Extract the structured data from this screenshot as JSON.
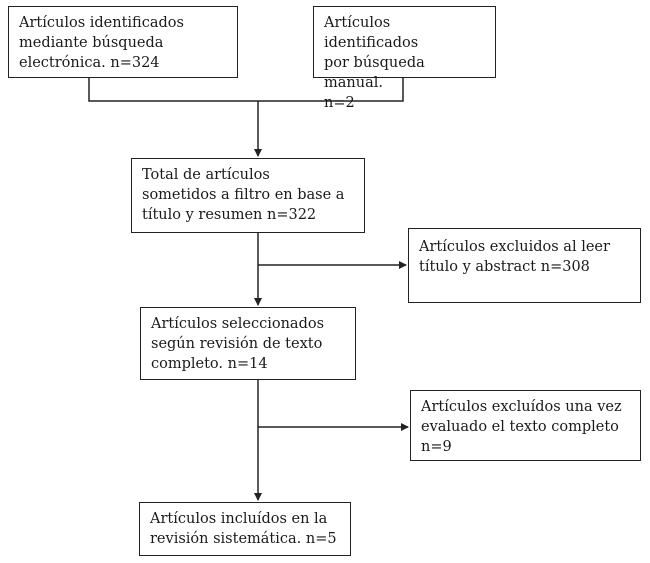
{
  "boxes": {
    "electronic_search": "Artículos identificados\nmediante búsqueda\nelectrónica. n=324",
    "manual_search": "Artículos identificados\npor búsqueda manual.\nn=2",
    "screened": "Total de artículos\nsometidos a filtro en base a\ntítulo y resumen n=322",
    "excluded_title_abstract": "Artículos excluidos al leer\ntítulo y abstract n=308",
    "selected_full_text": "Artículos seleccionados\nsegún revisión de texto\ncompleto. n=14",
    "excluded_full_text": "Artículos excluídos una vez\nevaluado el texto completo\nn=9",
    "included": "Artículos incluídos en la\nrevisión sistemática. n=5"
  },
  "colors": {
    "line": "#222222",
    "text": "#1a1a1a",
    "background": "#ffffff"
  }
}
